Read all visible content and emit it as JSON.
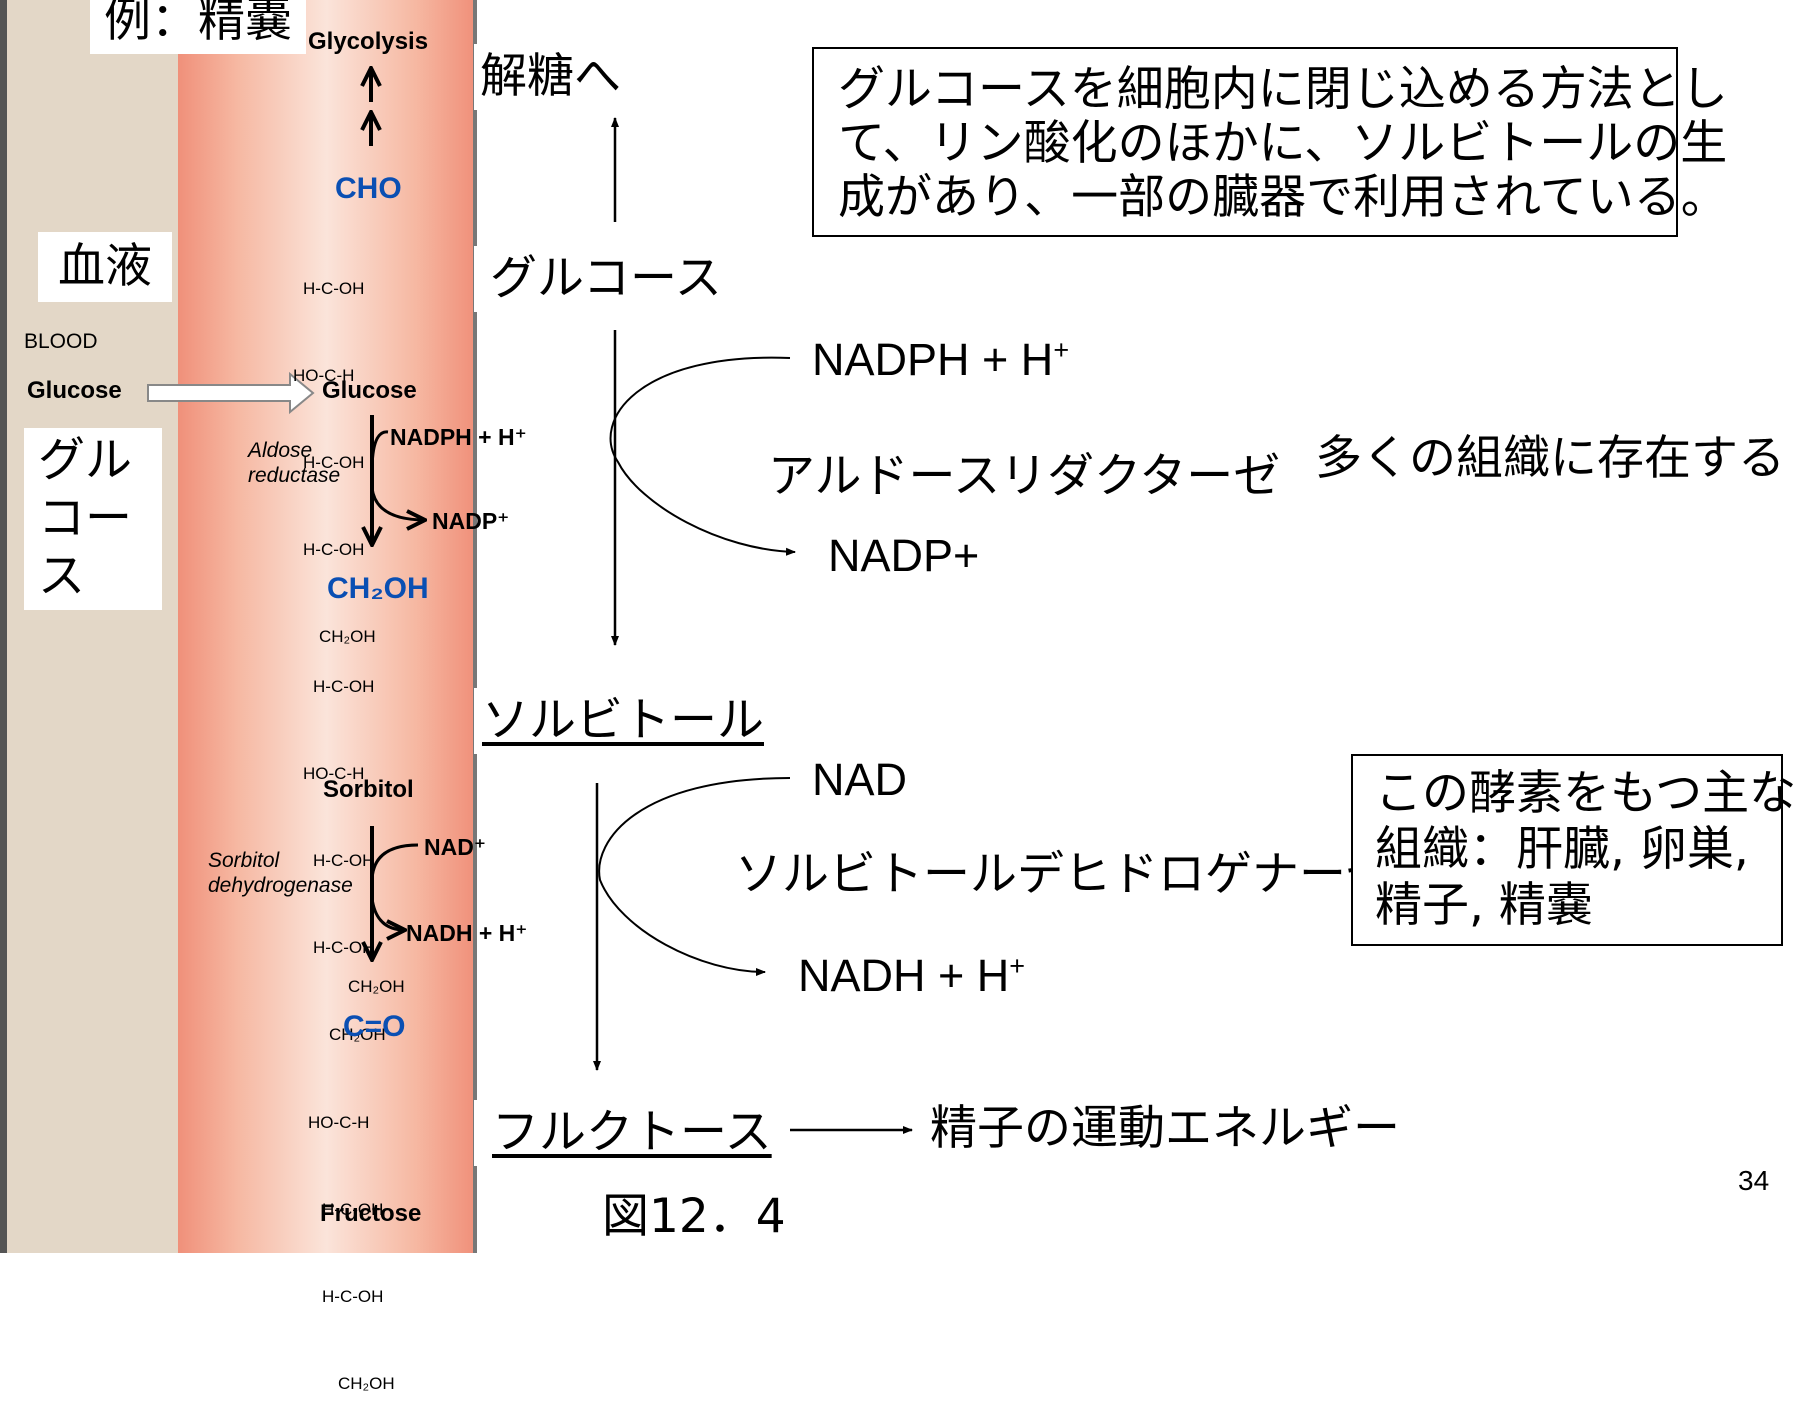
{
  "corner_label": "例：精嚢",
  "figure": {
    "glycolysis": "Glycolysis",
    "cho": "CHO",
    "glucose_chain": [
      "H-C-OH",
      "HO-C-H",
      "H-C-OH",
      "H-C-OH",
      "CH₂OH"
    ],
    "blood": "BLOOD",
    "glucose_left": "Glucose",
    "glucose_center": "Glucose",
    "aldose_reductase": [
      "Aldose",
      "reductase"
    ],
    "nadph_h": "NADPH + H⁺",
    "nadp": "NADP⁺",
    "ch2oh": "CH₂OH",
    "sorbitol_chain": [
      "H-C-OH",
      "HO-C-H",
      "H-C-OH",
      "H-C-OH",
      "CH₂OH"
    ],
    "sorbitol": "Sorbitol",
    "sorbitol_dehydrogenase": [
      "Sorbitol",
      "dehydrogenase"
    ],
    "nad": "NAD⁺",
    "nadh_h": "NADH + H⁺",
    "fructose_top": "CH₂OH",
    "co": "C=O",
    "fructose_chain": [
      "HO-C-H",
      "H-C-OH",
      "H-C-OH",
      "CH₂OH"
    ],
    "fructose": "Fructose"
  },
  "labels": {
    "blood_jp": "血液",
    "glucose_jp_lines": [
      "グル",
      "コー",
      "ス"
    ],
    "to_glycolysis": "解糖へ",
    "glucose": "グルコース",
    "sorbitol": "ソルビトール",
    "fructose": "フルクトース",
    "figure_number": "図12．4",
    "sperm_energy": "精子の運動エネルギー",
    "page_number": "34"
  },
  "reaction1": {
    "cofactor_in": "NADPH + H",
    "cofactor_in_sup": "+",
    "enzyme": "アルドースリダクターゼ",
    "cofactor_out": "NADP+",
    "note": "多くの組織に存在する"
  },
  "reaction2": {
    "cofactor_in": "NAD",
    "enzyme": "ソルビトールデヒドロゲナーゼ",
    "cofactor_out": "NADH + H",
    "cofactor_out_sup": "+"
  },
  "box1": {
    "lines": [
      "グルコースを細胞内に閉じ込める方法とし",
      "て、リン酸化のほかに、ソルビトールの生",
      "成があり、一部の臓器で利用されている。"
    ]
  },
  "box2": {
    "lines": [
      "この酵素をもつ主な",
      "組織：肝臓, 卵巣,",
      "精子, 精嚢"
    ]
  },
  "colors": {
    "blood_bg": "#e3d7c7",
    "cell_edge": "#f29a7e",
    "cell_center": "#fbe2d8",
    "formula_blue": "#0a4fb3"
  }
}
